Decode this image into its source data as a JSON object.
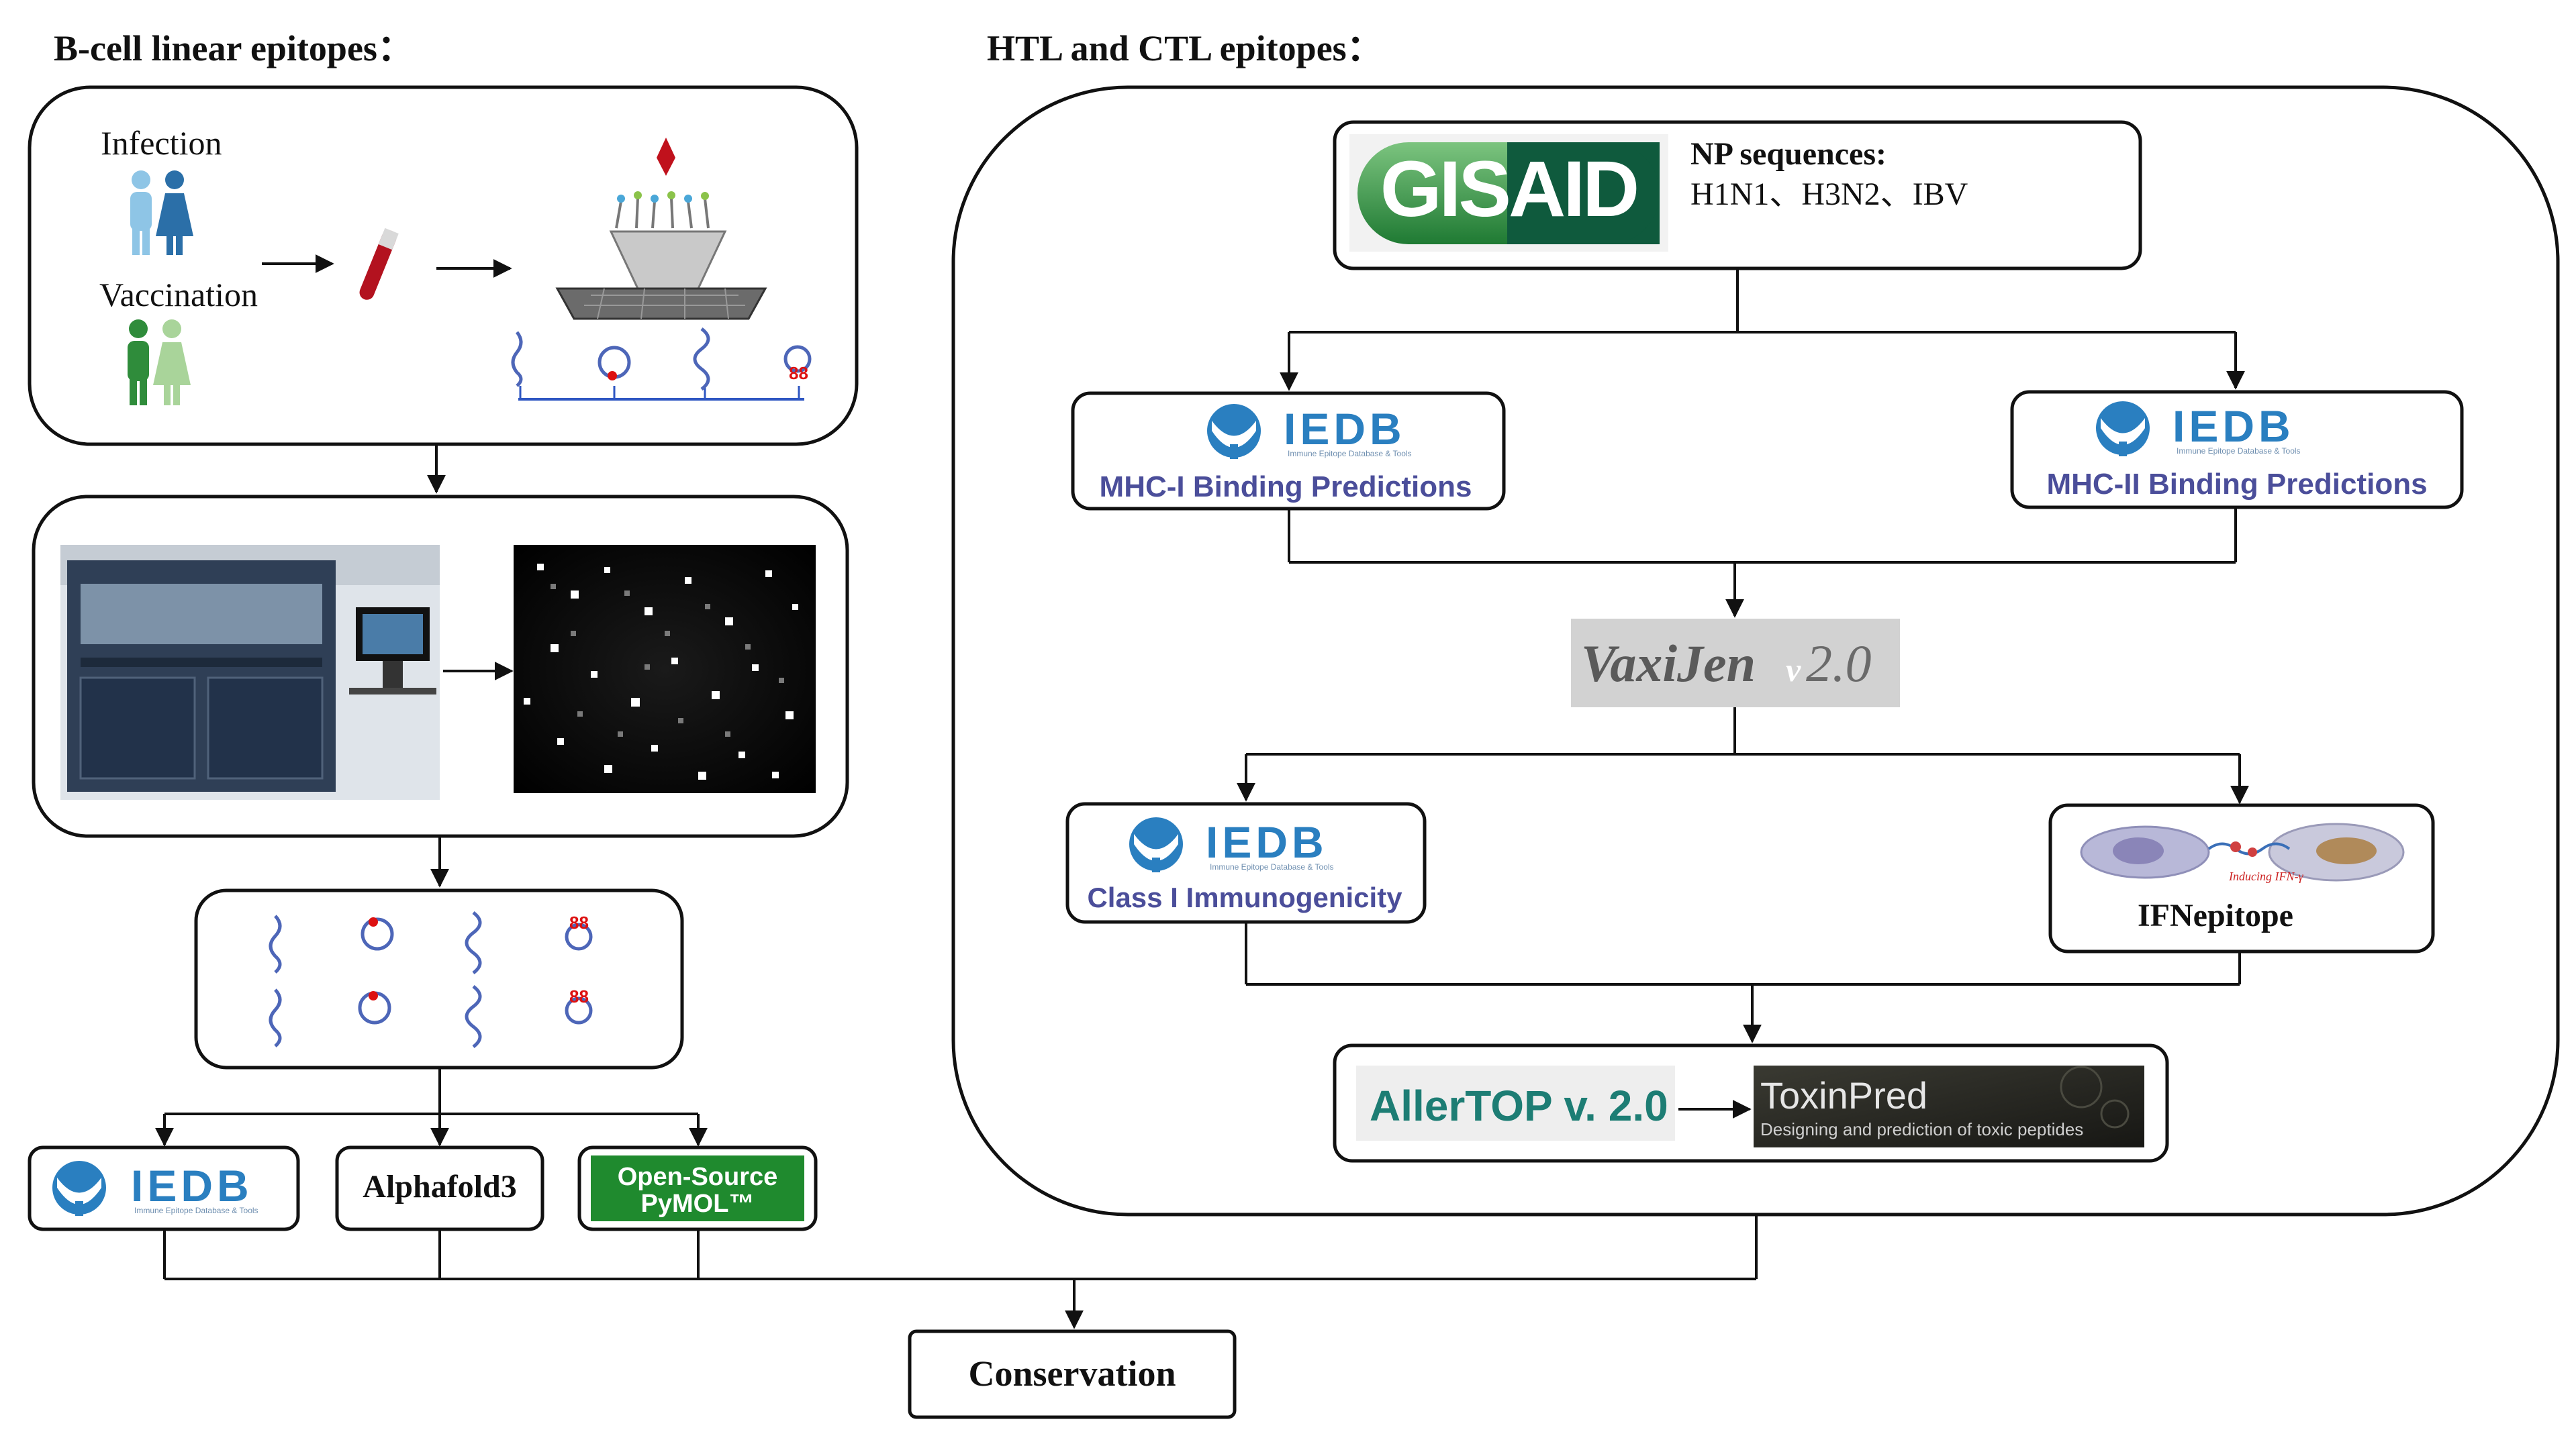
{
  "sections": {
    "bcell_title": "B-cell linear epitopes：",
    "htl_ctl_title": "HTL and CTL epitopes："
  },
  "bcell": {
    "infection_label": "Infection",
    "vaccination_label": "Vaccination",
    "tools": {
      "iedb": "IEDB",
      "iedb_sub": "Immune Epitope Database & Tools",
      "alphafold": "Alphafold3",
      "pymol_line1": "Open-Source",
      "pymol_line2": "PyMOL™"
    }
  },
  "htl": {
    "gisaid_logo": "GISAID",
    "np_title": "NP sequences:",
    "np_strains": "H1N1、H3N2、IBV",
    "iedb_text": "IEDB",
    "iedb_sub": "Immune Epitope Database & Tools",
    "mhc1_label": "MHC-I Binding Predictions",
    "mhc2_label": "MHC-II Binding Predictions",
    "vaxijen_name": "VaxiJen",
    "vaxijen_v": "v",
    "vaxijen_ver": "2.0",
    "class1_label": "Class I Immunogenicity",
    "ifn_inducing": "Inducing IFN-γ",
    "ifnepitope_label": "IFNepitope",
    "allertop_label": "AllerTOP v. 2.0",
    "toxinpred_title": "ToxinPred",
    "toxinpred_sub": "Designing and prediction of toxic peptides"
  },
  "final": {
    "conservation_label": "Conservation"
  },
  "colors": {
    "line": "#1a1a1a",
    "iedb_blue": "#2a7fc0",
    "iedb_purple": "#4b4e9a",
    "gisaid_green": "#2e8b3c",
    "pymol_green": "#1f8a2e",
    "allertop_teal": "#1d7d74",
    "vaxijen_gray": "#cfcfcf"
  }
}
